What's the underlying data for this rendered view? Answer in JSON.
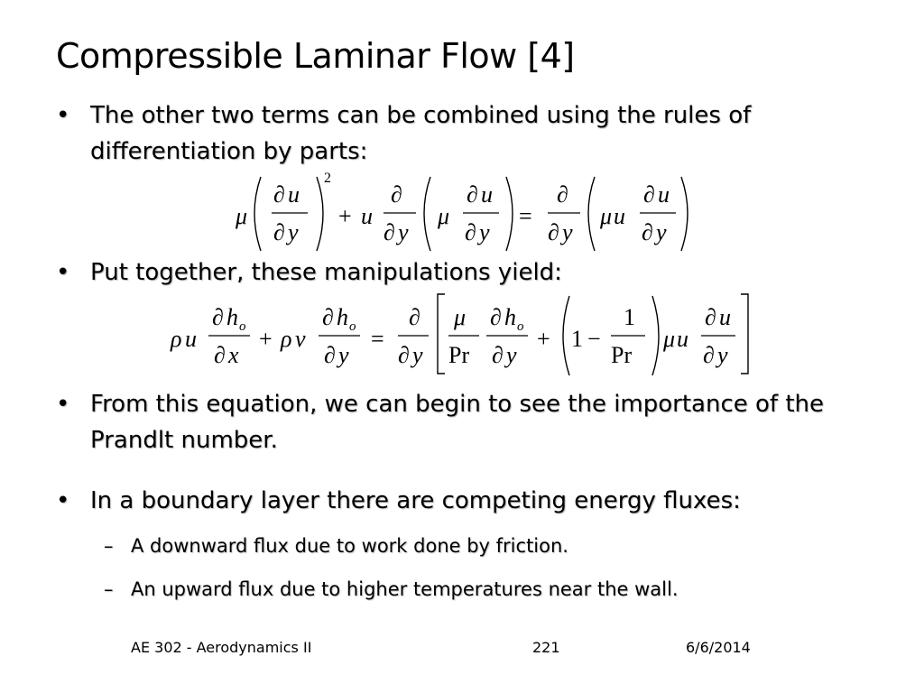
{
  "slide": {
    "title": "Compressible Laminar Flow [4]",
    "bullet_char": "•",
    "dash_char": "–",
    "bullets": [
      "The other two terms can be combined using the rules of differentiation by parts:",
      "Put together, these manipulations yield:",
      "From this equation, we can begin to see the importance of the Prandlt number.",
      "In a boundary layer there are competing energy fluxes:"
    ],
    "sub_bullets": [
      "A downward flux due to work done by friction.",
      "An upward flux due to higher temperatures near the wall."
    ],
    "equations": {
      "eq1": {
        "mu": "μ",
        "partial": "∂",
        "u": "u",
        "y": "y",
        "two": "2",
        "plus": "+",
        "equals": "="
      },
      "eq2": {
        "rho": "ρ",
        "u": "u",
        "v": "v",
        "x": "x",
        "y": "y",
        "partial": "∂",
        "h": "h",
        "o": "o",
        "mu": "μ",
        "Pr": "Pr",
        "one": "1",
        "minus": "−",
        "plus": "+",
        "equals": "="
      }
    }
  },
  "footer": {
    "course": "AE 302 - Aerodynamics II",
    "page": "221",
    "date": "6/6/2014"
  }
}
